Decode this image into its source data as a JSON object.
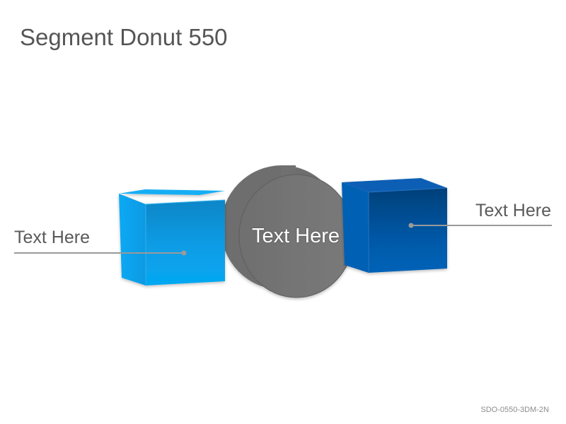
{
  "title": "Segment Donut 550",
  "center_label": "Text Here",
  "left_label": "Text Here",
  "right_label": "Text Here",
  "code": "SDO-0550-3DM-2N",
  "colors": {
    "left_cube": "#0aa3ee",
    "center_cylinder": "#777777",
    "right_cube": "#0560b4",
    "connector": "#999999"
  }
}
